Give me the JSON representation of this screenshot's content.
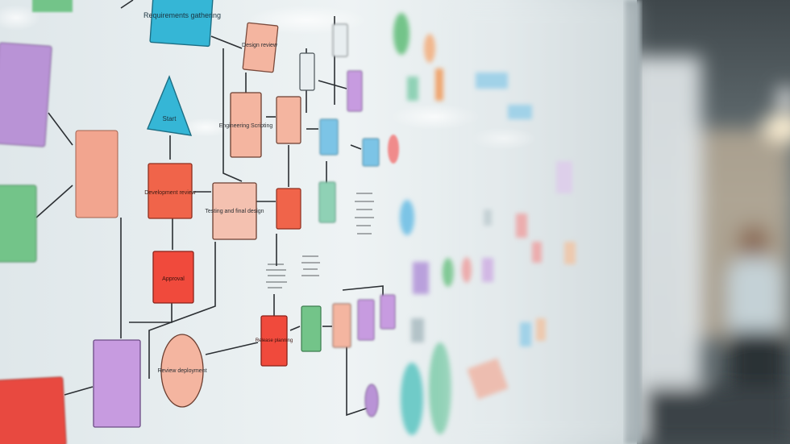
{
  "scene": {
    "subject": "whiteboard-flowchart",
    "colors": {
      "board": "#e8eef0",
      "board_shadow": "#c9d4d8",
      "hall": "#7c8a8e",
      "hall_dark": "#454e52",
      "warm_light": "#f3d7a8",
      "ink": "#2b2f33",
      "blue": "#35b6d6",
      "salmon": "#eea58f",
      "orange_red": "#f0644a",
      "red": "#e8493f",
      "purple": "#b993d6",
      "violet": "#c79be0",
      "green": "#73c489",
      "mint": "#8fd1b5",
      "teal": "#5cc2c6",
      "light_blue": "#7cc4e6",
      "pink": "#f08b8b",
      "tan": "#f2b78d"
    },
    "notes": [
      {
        "shape": "rect",
        "color": "blue",
        "text": "Requirements gathering"
      },
      {
        "shape": "rect",
        "color": "salmon",
        "text": "Design review"
      },
      {
        "shape": "triangle",
        "color": "blue",
        "text": "Start"
      },
      {
        "shape": "rect",
        "color": "salmon",
        "text": "Engineering Scripting"
      },
      {
        "shape": "rect",
        "color": "orange_red",
        "text": "Development review"
      },
      {
        "shape": "rect",
        "color": "salmon",
        "text": "Testing and final design"
      },
      {
        "shape": "rect",
        "color": "red",
        "text": "Approval"
      },
      {
        "shape": "rect",
        "color": "red",
        "text": "Release planning"
      },
      {
        "shape": "oval",
        "color": "salmon",
        "text": "Review deployment"
      }
    ]
  }
}
